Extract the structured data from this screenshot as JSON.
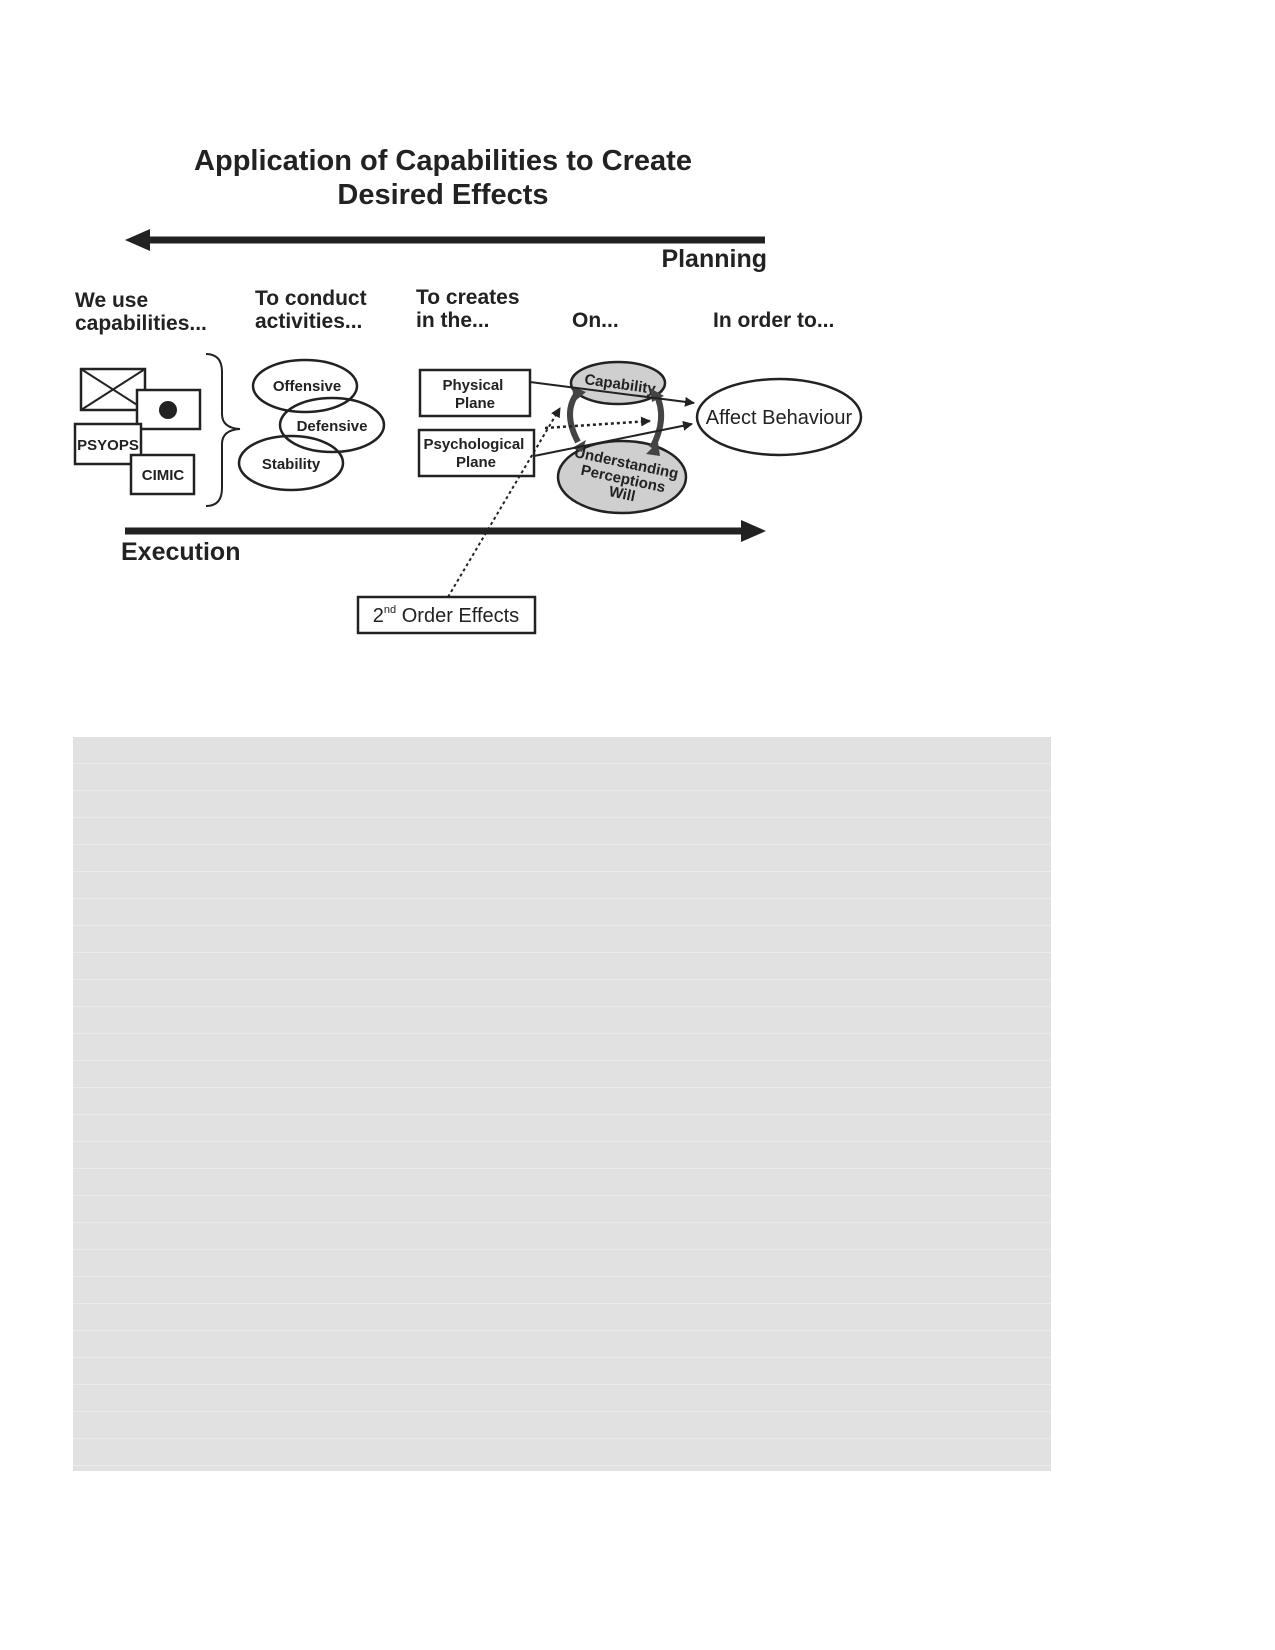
{
  "title": {
    "line1": "Application of Capabilities to Create",
    "line2": "Desired Effects"
  },
  "arrows": {
    "planning": "Planning",
    "execution": "Execution"
  },
  "columns": {
    "capabilities": [
      "We use",
      "capabilities..."
    ],
    "activities": [
      "To conduct",
      "activities..."
    ],
    "creates": [
      "To creates",
      "in the..."
    ],
    "on": "On...",
    "order": "In order to..."
  },
  "capabilities": {
    "psyops": "PSYOPS",
    "cimic": "CIMIC"
  },
  "activities": {
    "offensive": "Offensive",
    "defensive": "Defensive",
    "stability": "Stability"
  },
  "planes": {
    "physical": [
      "Physical",
      "Plane"
    ],
    "psychological": [
      "Psychological",
      "Plane"
    ]
  },
  "targets": {
    "capability": "Capability",
    "understanding": [
      "Understanding",
      "Perceptions",
      "Will"
    ]
  },
  "outcome": "Affect Behaviour",
  "second_order": {
    "number": "2",
    "superscript": "nd",
    "text": " Order Effects"
  },
  "colors": {
    "ink": "#222222",
    "target_fill": "#cfcfcf",
    "panel": "#e1e1e1"
  }
}
